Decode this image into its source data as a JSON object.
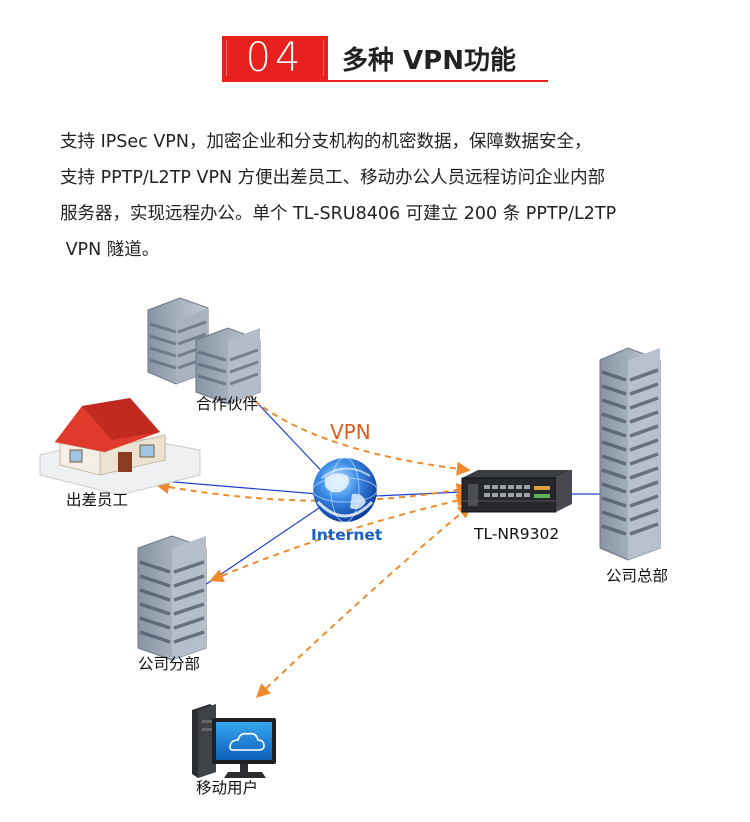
{
  "header": {
    "number": "04",
    "title": "多种 VPN功能"
  },
  "intro": {
    "lines": [
      "支持 IPSec VPN，加密企业和分支机构的机密数据，保障数据安全，",
      "支持 PPTP/L2TP VPN 方便出差员工、移动办公人员远程访问企业内部",
      "服务器，实现远程办公。单个 TL-SRU8406 可建立 200 条 PPTP/L2TP",
      " VPN 隧道。"
    ]
  },
  "diagram": {
    "nodes": {
      "partner": "合作伙伴",
      "travel": "出差员工",
      "branch": "公司分部",
      "mobile": "移动用户",
      "internet": "Internet",
      "router": "TL-NR9302",
      "hq": "公司总部"
    },
    "vpn_label": "VPN",
    "colors": {
      "accent": "#e8211f",
      "vpn_line": "#ef8a2a",
      "link_line": "#1f3fd0",
      "internet_text": "#1a5fc7"
    }
  }
}
